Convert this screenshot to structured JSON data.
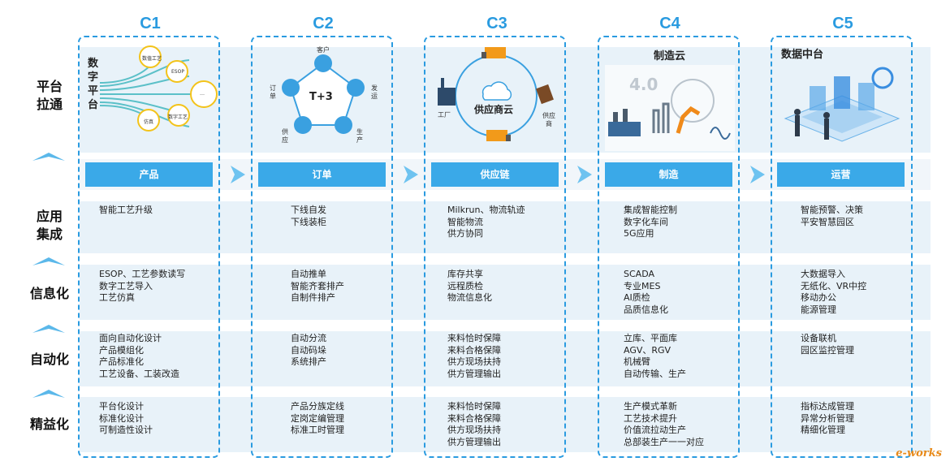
{
  "columns": [
    {
      "id": "C1",
      "stage": "产品"
    },
    {
      "id": "C2",
      "stage": "订单"
    },
    {
      "id": "C3",
      "stage": "供应链"
    },
    {
      "id": "C4",
      "stage": "制造"
    },
    {
      "id": "C5",
      "stage": "运营"
    }
  ],
  "row_labels": {
    "platform": [
      "平台",
      "拉通"
    ],
    "application": [
      "应用",
      "集成"
    ],
    "informatization": "信息化",
    "automation": "自动化",
    "lean": "精益化"
  },
  "thumbs": {
    "c1": {
      "title_chars": [
        "数",
        "字",
        "平",
        "台"
      ],
      "nodes": [
        "数值工艺",
        "ESOP",
        "仿真",
        "数字工艺",
        "…"
      ]
    },
    "c2": {
      "center": "T+3",
      "labels": [
        "客户",
        "发运",
        "生产",
        "供应",
        "订单"
      ]
    },
    "c3": {
      "center": "供应商云",
      "factory": "工厂",
      "supplier": "供应商"
    },
    "c4": {
      "title": "制造云",
      "badge": "4.0"
    },
    "c5": {
      "title": "数据中台"
    }
  },
  "cells": {
    "application": [
      [
        "智能工艺升级"
      ],
      [
        "下线自发",
        "下线装柜"
      ],
      [
        "Milkrun、物流轨迹",
        "智能物流",
        "供方协同"
      ],
      [
        "集成智能控制",
        "数字化车间",
        "5G应用"
      ],
      [
        "智能预警、决策",
        "平安智慧园区"
      ]
    ],
    "informatization": [
      [
        "ESOP、工艺参数读写",
        "数字工艺导入",
        "工艺仿真"
      ],
      [
        "自动推单",
        "智能齐套排产",
        "自制件排产"
      ],
      [
        "库存共享",
        "远程质检",
        "物流信息化"
      ],
      [
        "SCADA",
        "专业MES",
        "AI质检",
        "品质信息化"
      ],
      [
        "大数据导入",
        "无纸化、VR中控",
        "移动办公",
        "能源管理"
      ]
    ],
    "automation": [
      [
        "面向自动化设计",
        "产品模组化",
        "产品标准化",
        "工艺设备、工装改造"
      ],
      [
        "自动分流",
        "自动码垛",
        "系统排产"
      ],
      [
        "来料恰时保障",
        "来料合格保障",
        "供方现场扶持",
        "供方管理输出"
      ],
      [
        "立库、平面库",
        "AGV、RGV",
        "机械臂",
        "自动传输、生产"
      ],
      [
        "设备联机",
        "园区监控管理"
      ]
    ],
    "lean": [
      [
        "平台化设计",
        "标准化设计",
        "可制造性设计"
      ],
      [
        "产品分族定线",
        "定岗定编管理",
        "标准工时管理"
      ],
      [
        "来料恰时保障",
        "来料合格保障",
        "供方现场扶持",
        "供方管理输出"
      ],
      [
        "生产模式革新",
        "工艺技术提升",
        "价值流拉动生产",
        "总部装生产一一对应"
      ],
      [
        "指标达成管理",
        "异常分析管理",
        "精细化管理"
      ]
    ]
  },
  "watermark": "e-works",
  "colors": {
    "accent": "#2a9be0",
    "tag": "#3aa9e8",
    "band": "#e8f2f9"
  }
}
